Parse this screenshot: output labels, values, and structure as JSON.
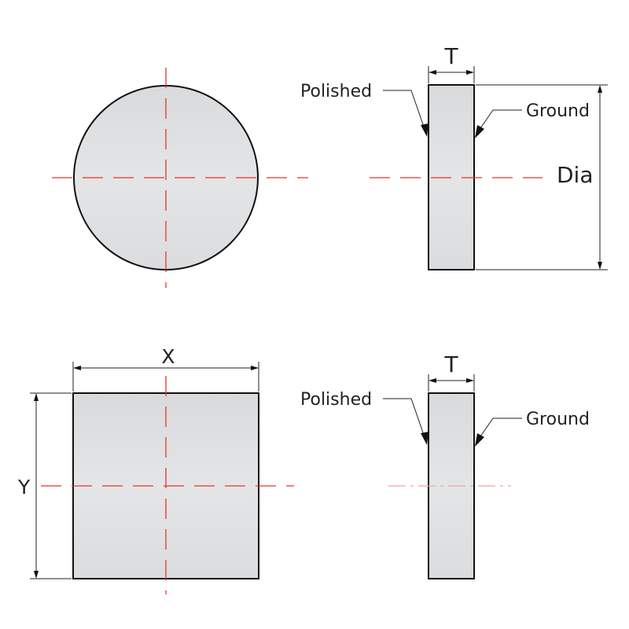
{
  "colors": {
    "centerline": "#e8332a",
    "outline": "#111111",
    "fill": "#dfe1e3",
    "background": "#ffffff"
  },
  "round_window": {
    "thickness_label": "T",
    "diameter_label": "Dia",
    "front_surface_label": "Polished",
    "back_surface_label": "Ground"
  },
  "rectangular_window": {
    "width_label": "X",
    "height_label": "Y",
    "thickness_label": "T",
    "front_surface_label": "Polished",
    "back_surface_label": "Ground"
  }
}
